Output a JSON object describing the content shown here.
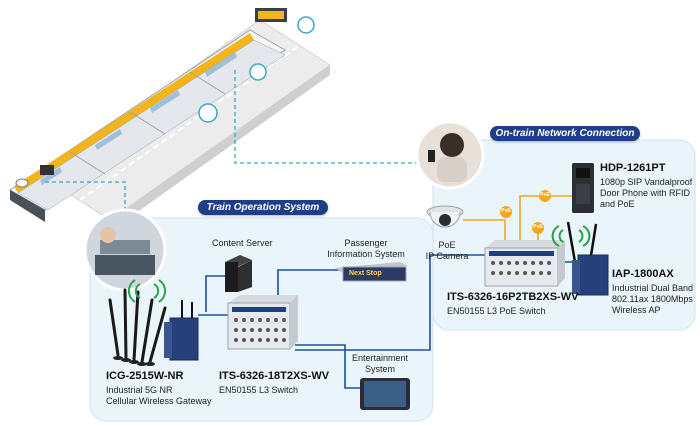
{
  "zones": {
    "train_operation_title": "Train Operation System",
    "on_train_title": "On-train Network Connection"
  },
  "devices": {
    "gateway": {
      "model": "ICG-2515W-NR",
      "desc_line1": "Industrial 5G NR",
      "desc_line2": "Cellular Wireless Gateway"
    },
    "l3_switch": {
      "model": "ITS-6326-18T2XS-WV",
      "desc": "EN50155 L3 Switch"
    },
    "poe_switch": {
      "model": "ITS-6326-16P2TB2XS-WV",
      "desc": "EN50155 L3 PoE Switch"
    },
    "door_phone": {
      "model": "HDP-1261PT",
      "desc_line1": "1080p SIP Vandalproof",
      "desc_line2": "Door Phone with RFID",
      "desc_line3": "and PoE"
    },
    "access_point": {
      "model": "IAP-1800AX",
      "desc_line1": "Industrial Dual Band",
      "desc_line2": "802.11ax 1800Mbps",
      "desc_line3": "Wireless AP"
    },
    "content_server": {
      "label": "Content Server"
    },
    "pis": {
      "label_line1": "Passenger",
      "label_line2": "Information System",
      "screen_text": "Next Stop"
    },
    "entertainment": {
      "label_line1": "Entertainment",
      "label_line2": "System"
    },
    "camera": {
      "label_line1": "PoE",
      "label_line2": "IP Camera"
    }
  },
  "badges": {
    "poe": "PoE"
  },
  "colors": {
    "zone_fill": "#e9f4fb",
    "pill_fill": "#1f3e88",
    "link": "#1f4e9c",
    "poe_link": "#f2a623",
    "dashed": "#3aa6c6",
    "train_yellow": "#f2b51b"
  }
}
